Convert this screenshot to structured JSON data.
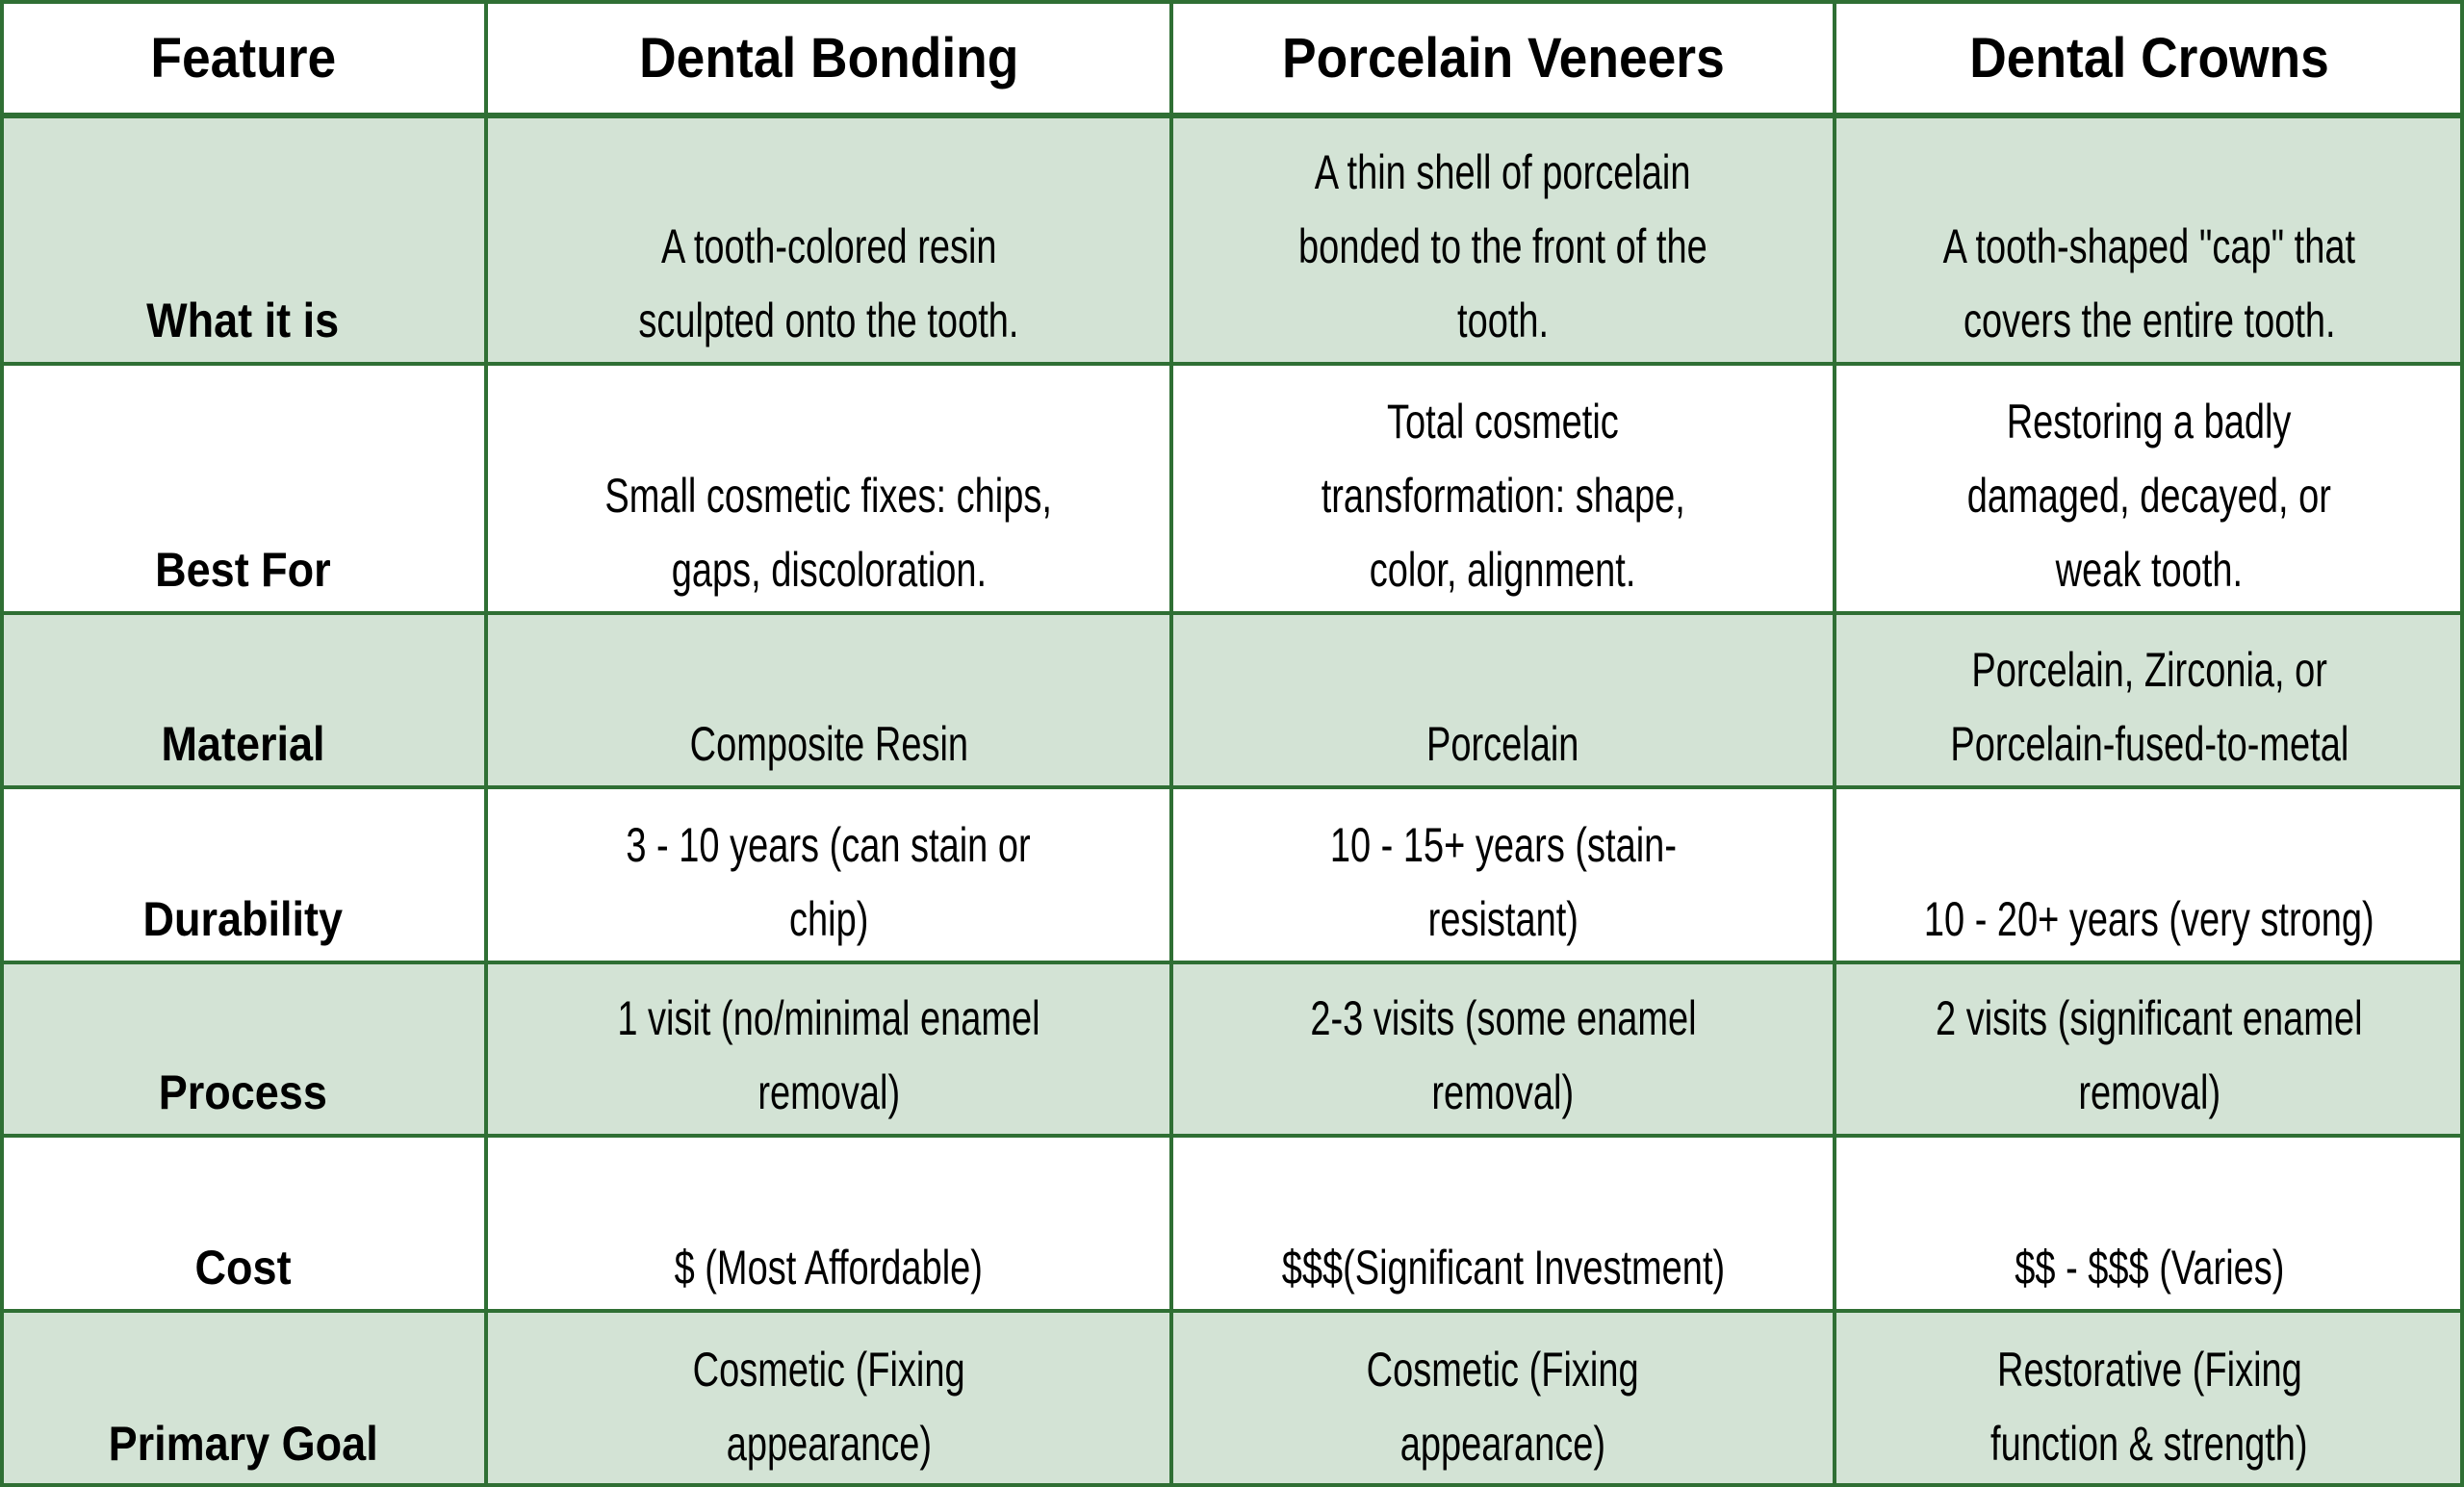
{
  "colors": {
    "border": "#2f6f34",
    "shaded_fill": "#d3e3d5",
    "plain_fill": "#ffffff",
    "text": "#000000"
  },
  "table": {
    "headers": [
      "Feature",
      "Dental Bonding",
      "Porcelain Veneers",
      "Dental Crowns"
    ],
    "rows": [
      {
        "label": "What it is",
        "cells": [
          [
            "A tooth-colored resin",
            "sculpted onto the tooth."
          ],
          [
            "A thin shell of porcelain",
            "bonded to the front of the",
            "tooth."
          ],
          [
            "A tooth-shaped \"cap\" that",
            "covers the entire tooth."
          ]
        ]
      },
      {
        "label": "Best For",
        "cells": [
          [
            "Small cosmetic fixes: chips,",
            "gaps, discoloration."
          ],
          [
            "Total cosmetic",
            "transformation: shape,",
            "color, alignment."
          ],
          [
            "Restoring a badly",
            "damaged, decayed, or",
            "weak tooth."
          ]
        ]
      },
      {
        "label": "Material",
        "cells": [
          [
            "Composite Resin"
          ],
          [
            "Porcelain"
          ],
          [
            "Porcelain, Zirconia, or",
            "Porcelain-fused-to-metal"
          ]
        ]
      },
      {
        "label": "Durability",
        "cells": [
          [
            "3 - 10 years (can stain or",
            "chip)"
          ],
          [
            "10 - 15+ years (stain-",
            "resistant)"
          ],
          [
            "10 - 20+ years (very strong)"
          ]
        ]
      },
      {
        "label": "Process",
        "cells": [
          [
            "1 visit (no/minimal enamel",
            "removal)"
          ],
          [
            "2-3 visits (some enamel",
            "removal)"
          ],
          [
            "2 visits (significant enamel",
            "removal)"
          ]
        ]
      },
      {
        "label": "Cost",
        "cells": [
          [
            "$ (Most Affordable)"
          ],
          [
            "$$$(Significant Investment)"
          ],
          [
            "$$ - $$$ (Varies)"
          ]
        ]
      },
      {
        "label": "Primary Goal",
        "cells": [
          [
            "Cosmetic (Fixing",
            "appearance)"
          ],
          [
            "Cosmetic (Fixing",
            "appearance)"
          ],
          [
            "Restorative (Fixing",
            "function & strength)"
          ]
        ]
      }
    ]
  }
}
